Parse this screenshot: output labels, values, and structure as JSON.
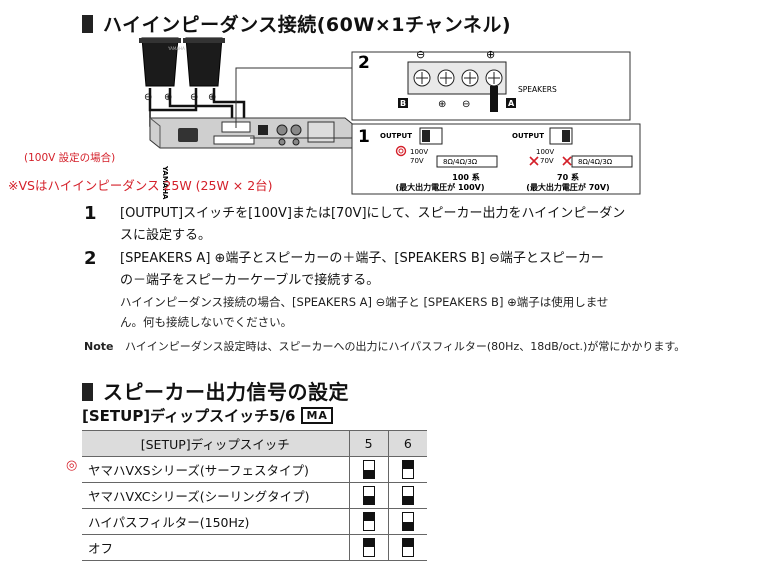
{
  "section1": {
    "heading": "ハイインピーダンス接続(60W×1チャンネル)"
  },
  "diagram": {
    "panel2_number": "2",
    "panel1_number": "1",
    "minus": "⊖",
    "plus": "⊕",
    "speakers_label": "SPEAKERS",
    "label_b": "B",
    "label_a": "A",
    "output_label": "OUTPUT",
    "v100": "100V",
    "v70": "70V",
    "ohm": "8Ω/4Ω/3Ω",
    "series100_line1": "100 系",
    "series100_line2": "(最大出力電圧が 100V)",
    "series70_line1": "70 系",
    "series70_line2": "(最大出力電圧が 70V)",
    "brand": "YAMAHA",
    "speaker_brand": "YAMAHA"
  },
  "annotations": {
    "setting_case": "(100V 設定の場合)",
    "vs_note": "※VSはハイインピーダンス 25W (25W × 2台)"
  },
  "steps": [
    {
      "num": "1",
      "text_line1": "[OUTPUT]スイッチを[100V]または[70V]にして、スピーカー出力をハイインピーダン",
      "text_line2": "スに設定する。"
    },
    {
      "num": "2",
      "text_line1": "[SPEAKERS A] ⊕端子とスピーカーの＋端子、[SPEAKERS B] ⊖端子とスピーカー",
      "text_line2": "の－端子をスピーカーケーブルで接続する。",
      "sub_line1": "ハイインピーダンス接続の場合、[SPEAKERS A] ⊖端子と [SPEAKERS B] ⊕端子は使用しませ",
      "sub_line2": "ん。何も接続しないでください。"
    }
  ],
  "note": {
    "label": "Note",
    "text": "ハイインピーダンス設定時は、スピーカーへの出力にハイパスフィルター(80Hz、18dB/oct.)が常にかかります。"
  },
  "section2": {
    "heading": "スピーカー出力信号の設定",
    "subheading": "[SETUP]ディップスイッチ5/6",
    "logo": "MA"
  },
  "dip_table": {
    "headers": [
      "[SETUP]ディップスイッチ",
      "5",
      "6"
    ],
    "rows": [
      {
        "label": "ヤマハVXSシリーズ(サーフェスタイプ)",
        "marker": "◎",
        "sw5": "on",
        "sw6": "off"
      },
      {
        "label": "ヤマハVXCシリーズ(シーリングタイプ)",
        "marker": "",
        "sw5": "on",
        "sw6": "on"
      },
      {
        "label": "ハイパスフィルター(150Hz)",
        "marker": "",
        "sw5": "off",
        "sw6": "on"
      },
      {
        "label": "オフ",
        "marker": "",
        "sw5": "off",
        "sw6": "off"
      }
    ]
  },
  "colors": {
    "accent_red": "#d4202a",
    "table_header": "#dcdcdc"
  }
}
